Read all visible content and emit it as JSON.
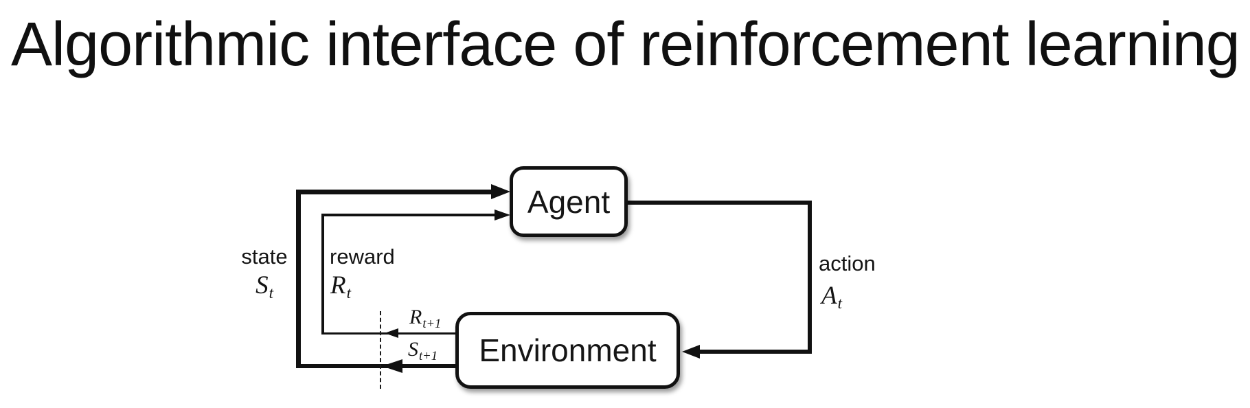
{
  "title": "Algorithmic interface of reinforcement learning",
  "diagram": {
    "nodes": {
      "agent": "Agent",
      "environment": "Environment"
    },
    "labels": {
      "state_word": "state",
      "reward_word": "reward",
      "action_word": "action"
    },
    "symbols": {
      "state": {
        "base": "S",
        "sub": "t"
      },
      "reward": {
        "base": "R",
        "sub": "t"
      },
      "action": {
        "base": "A",
        "sub": "t"
      },
      "reward_next": {
        "base": "R",
        "sub": "t+1"
      },
      "state_next": {
        "base": "S",
        "sub": "t+1"
      }
    },
    "colors": {
      "line": "#111111",
      "text": "#161616",
      "node_fill": "#ffffff",
      "background": "#ffffff"
    }
  }
}
